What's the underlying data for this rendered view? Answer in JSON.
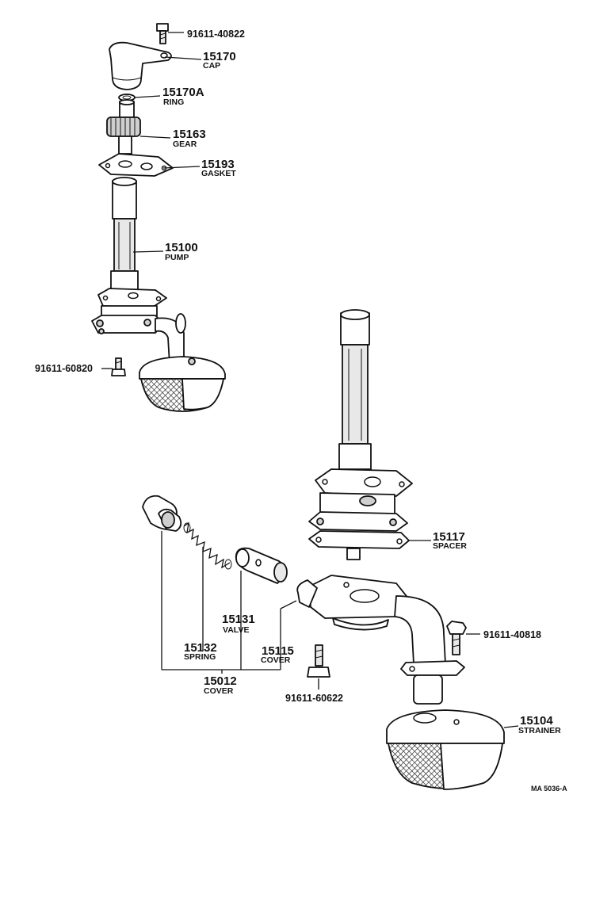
{
  "parts": {
    "bolt_top": {
      "part_no": "91611-40822"
    },
    "cap": {
      "num": "15170",
      "name": "CAP"
    },
    "ring": {
      "num": "15170A",
      "name": "RING"
    },
    "gear": {
      "num": "15163",
      "name": "GEAR"
    },
    "gasket": {
      "num": "15193",
      "name": "GASKET"
    },
    "pump": {
      "num": "15100",
      "name": "PUMP"
    },
    "bolt_left": {
      "part_no": "91611-60820"
    },
    "spacer": {
      "num": "15117",
      "name": "SPACER"
    },
    "valve": {
      "num": "15131",
      "name": "VALVE"
    },
    "spring": {
      "num": "15132",
      "name": "SPRING"
    },
    "cover_inner": {
      "num": "15115",
      "name": "COVER"
    },
    "cover": {
      "num": "15012",
      "name": "COVER"
    },
    "bolt_right": {
      "part_no": "91611-40818"
    },
    "bolt_mid": {
      "part_no": "91611-60622"
    },
    "strainer": {
      "num": "15104",
      "name": "STRAINER"
    }
  },
  "drawing_ref": "MA 5036-A"
}
